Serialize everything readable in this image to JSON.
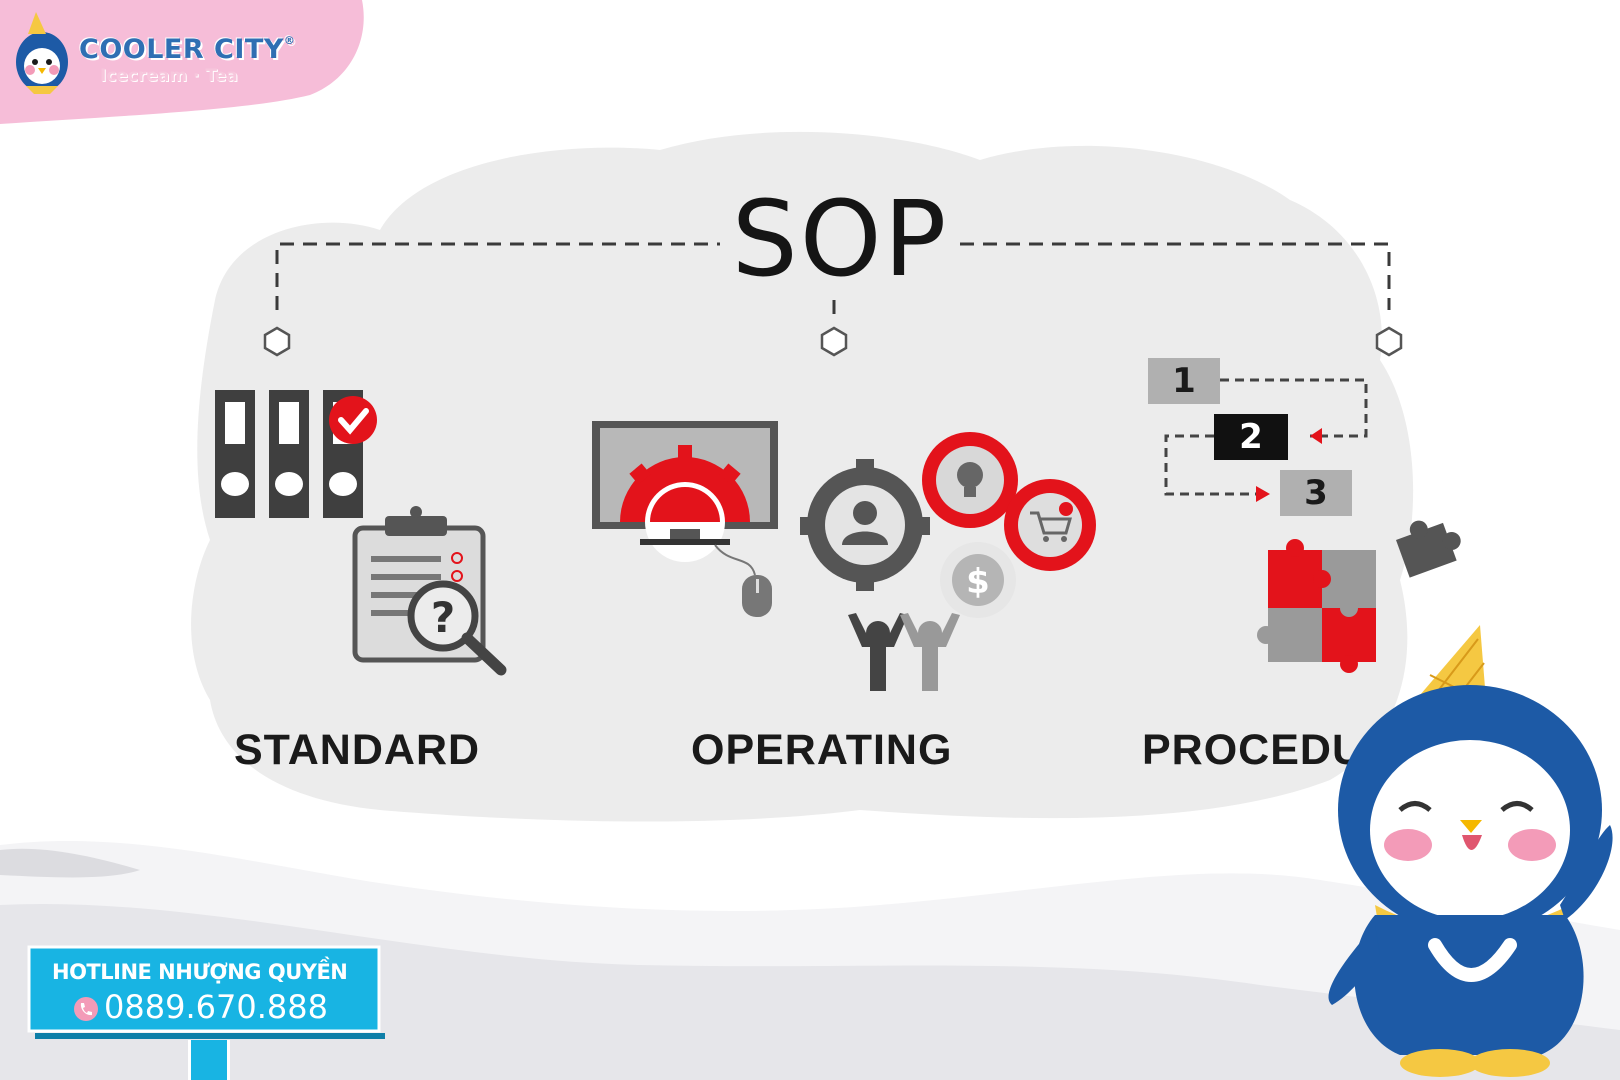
{
  "logo": {
    "brand": "COOLER CITY",
    "tagline": "Icecream · Tea",
    "registered_mark": "®"
  },
  "diagram": {
    "title": "SOP",
    "sections": [
      {
        "label": "STANDARD",
        "icons": [
          "binders-icon",
          "checkmark-badge-icon",
          "clipboard-checklist-icon",
          "magnifier-question-icon"
        ]
      },
      {
        "label": "OPERATING",
        "icons": [
          "monitor-gear-icon",
          "mouse-icon",
          "user-gear-icon",
          "lightbulb-gear-icon",
          "cart-gear-icon",
          "dollar-gear-icon",
          "cheering-people-icon"
        ]
      },
      {
        "label": "PROCEDURE",
        "icons": [
          "numbered-steps-icon",
          "puzzle-pieces-icon"
        ]
      }
    ],
    "steps": [
      "1",
      "2",
      "3"
    ]
  },
  "hotline": {
    "title": "HOTLINE NHƯỢNG QUYỀN",
    "phone": "0889.670.888"
  },
  "colors": {
    "accent_red": "#e3131b",
    "dark_gray": "#3d3d3d",
    "light_gray": "#9a9a9a",
    "brand_blue": "#1d5aa6",
    "brand_pink": "#f6bdd8",
    "hotline_cyan": "#18b4e3",
    "cloud": "#ededed"
  },
  "mascot": "penguin-mascot-icon"
}
